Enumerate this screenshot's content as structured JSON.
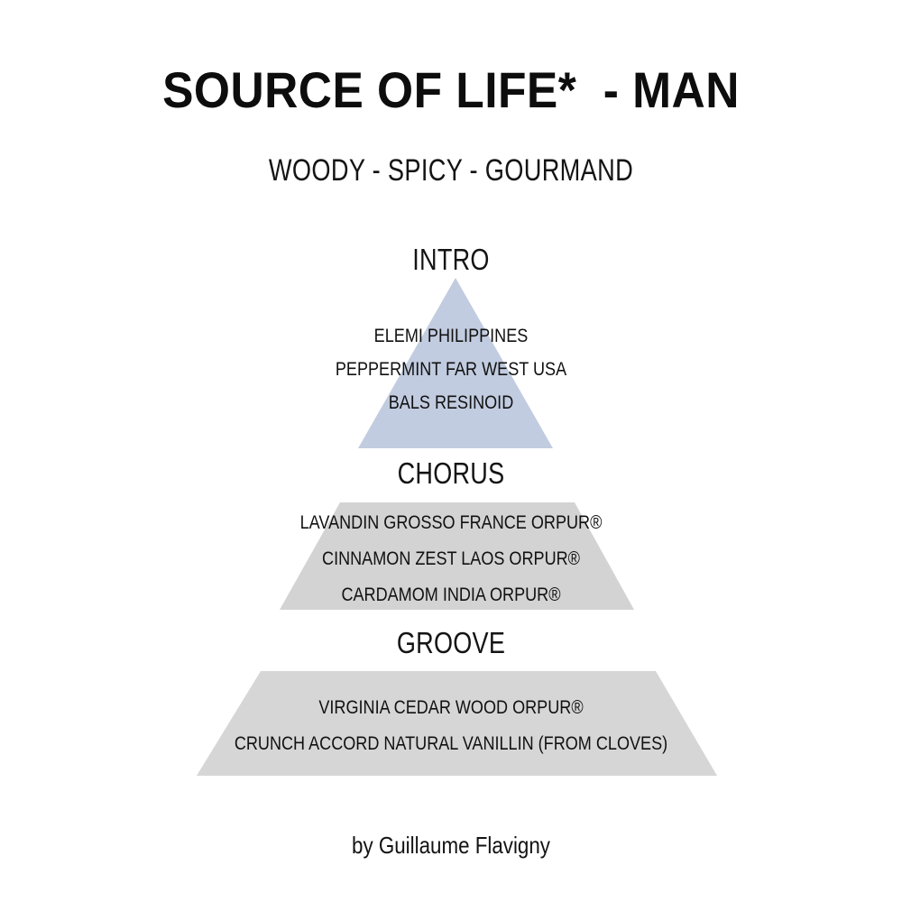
{
  "header": {
    "title": "SOURCE OF LIFE*  - MAN",
    "subtitle": "WOODY - SPICY - GOURMAND"
  },
  "colors": {
    "intro_fill": "#c2cce0",
    "chorus_fill": "#d3d3d3",
    "groove_fill": "#d6d6d6",
    "text": "#111111",
    "background": "#ffffff"
  },
  "pyramid": {
    "levels": [
      {
        "heading": "INTRO",
        "shape": "triangle",
        "fill": "#c2cce0",
        "notes": [
          "ELEMI PHILIPPINES",
          "PEPPERMINT FAR WEST USA",
          "BALS RESINOID"
        ]
      },
      {
        "heading": "CHORUS",
        "shape": "trapezoid",
        "fill": "#d3d3d3",
        "notes": [
          "LAVANDIN GROSSO FRANCE ORPUR®",
          "CINNAMON ZEST LAOS ORPUR®",
          "CARDAMOM INDIA ORPUR®"
        ]
      },
      {
        "heading": "GROOVE",
        "shape": "trapezoid",
        "fill": "#d6d6d6",
        "notes": [
          "VIRGINIA CEDAR WOOD ORPUR®",
          "CRUNCH ACCORD NATURAL VANILLIN (FROM CLOVES)"
        ]
      }
    ]
  },
  "footer": {
    "credit": "by Guillaume Flavigny"
  }
}
